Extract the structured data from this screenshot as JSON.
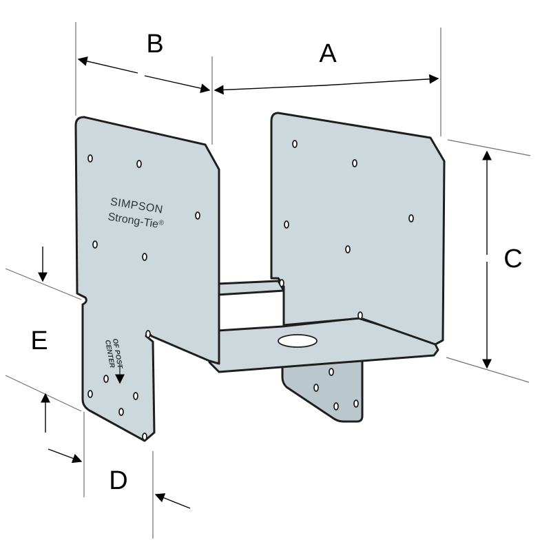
{
  "diagram": {
    "dimension_labels": {
      "a": "A",
      "b": "B",
      "c": "C",
      "d": "D",
      "e": "E"
    },
    "brand_text": {
      "line1": "SIMPSON",
      "line2": "Strong-Tie",
      "registered_mark": "®"
    },
    "center_stamp": {
      "line1": "CENTER",
      "line2": "OF POST"
    },
    "colors": {
      "steel": "#cdd8dc",
      "steel_shadow": "#bac7cc",
      "outline": "#1e1e1e",
      "extension_line": "#6f6f6f"
    }
  }
}
